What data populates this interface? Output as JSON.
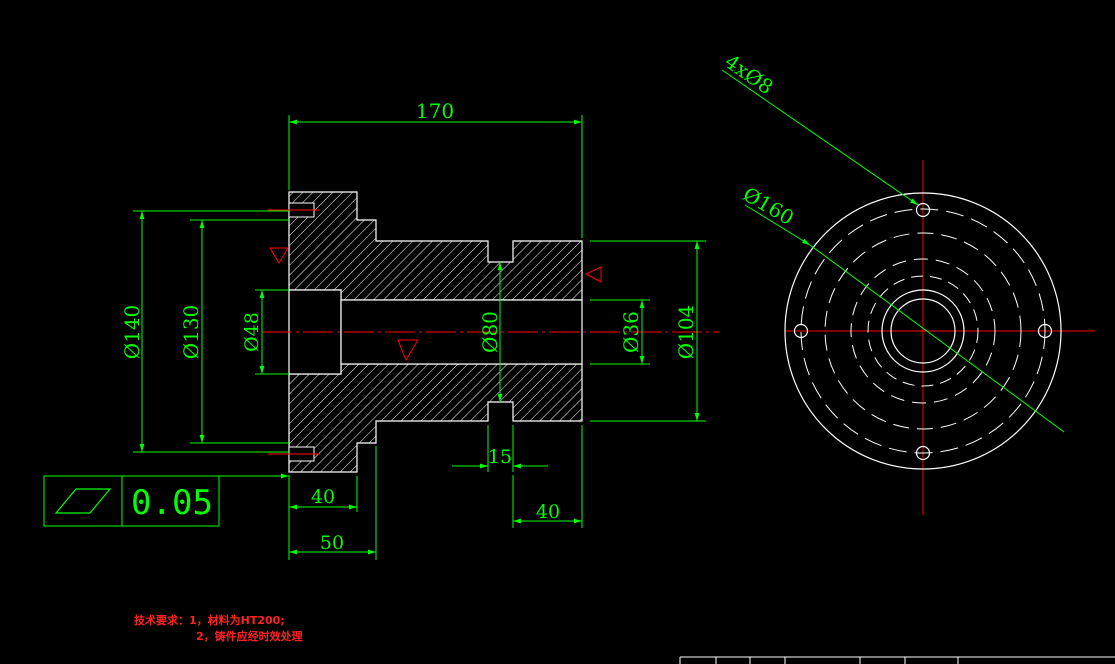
{
  "colors": {
    "background": "#000000",
    "outline": "#ffffff",
    "dimension": "#00ff00",
    "centerline": "#ff0000",
    "hatch": "#ffffff",
    "note": "#ff2020"
  },
  "dimensions": {
    "overall_length": "170",
    "d140": "Ø140",
    "d130": "Ø130",
    "d48": "Ø48",
    "d80": "Ø80",
    "d36": "Ø36",
    "d104": "Ø104",
    "groove_width": "15",
    "left_len_40": "40",
    "left_len_50": "50",
    "right_len_40": "40",
    "hole_pattern": "4xØ8",
    "bolt_circle": "Ø160"
  },
  "tolerance_frame": {
    "symbol": "parallelogram-flatness-icon",
    "value": "0.05"
  },
  "technical_requirements": {
    "title": "技术要求：",
    "item1": "1，材料为HT200;",
    "item2": "2，铸件应经时效处理"
  }
}
